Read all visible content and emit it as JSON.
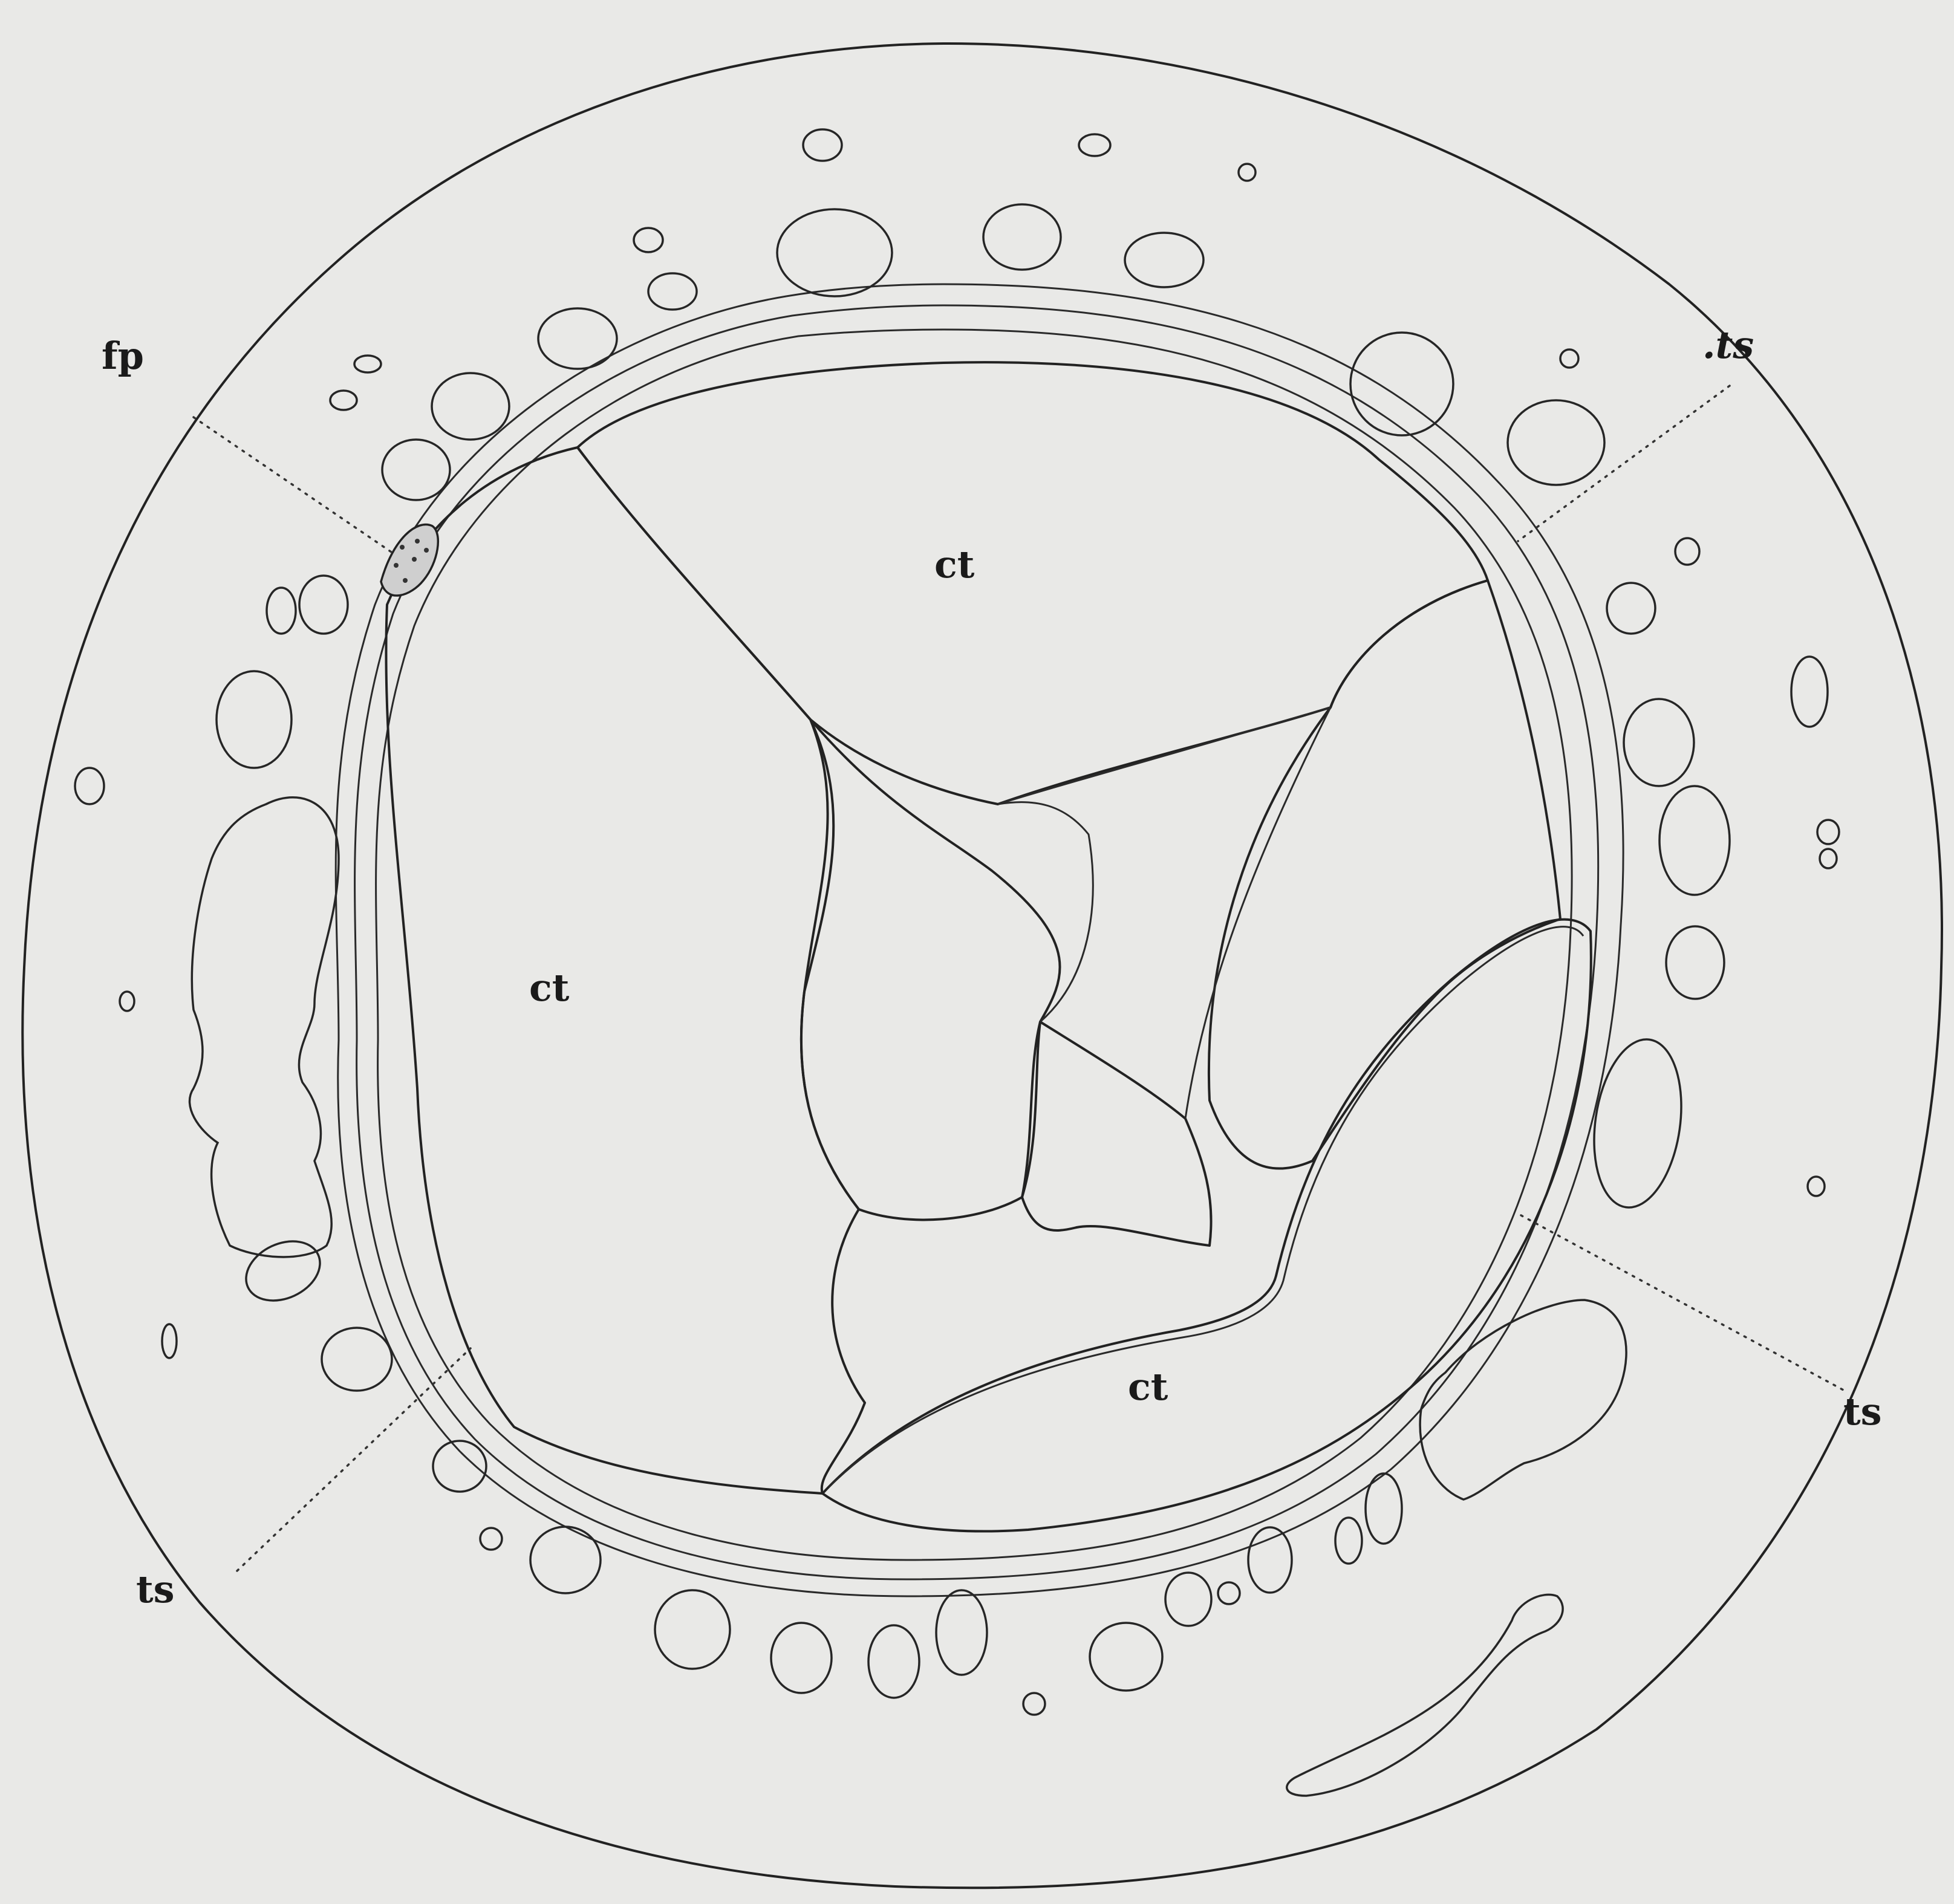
{
  "figure": {
    "labels": {
      "fp": "fp",
      "ts_top_right": ".ts",
      "ts_right": "ts",
      "ts_bottom_left": "ts",
      "ct_top": "ct",
      "ct_left": "ct",
      "ct_bottom": "ct"
    }
  }
}
